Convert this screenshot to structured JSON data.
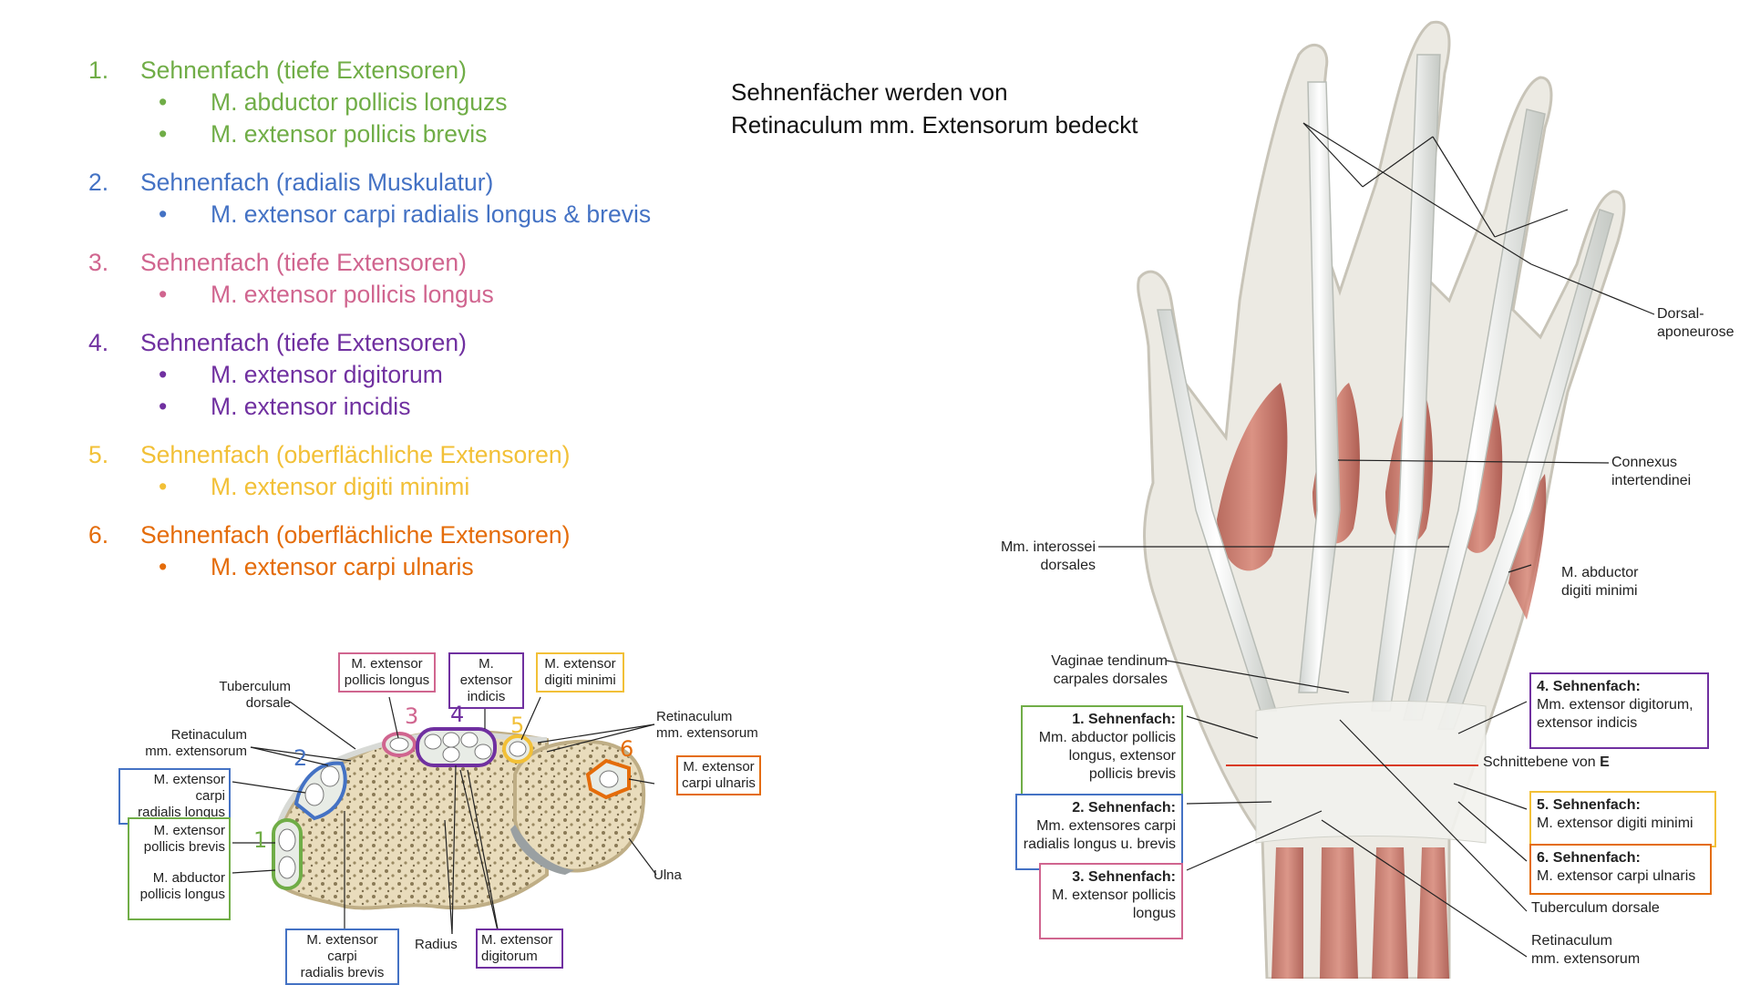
{
  "compartments": [
    {
      "num": "1.",
      "title": "Sehnenfach (tiefe Extensoren)",
      "color": "#70ad47",
      "items": [
        "M. abductor pollicis longuzs",
        "M. extensor pollicis brevis"
      ]
    },
    {
      "num": "2.",
      "title": "Sehnenfach (radialis Muskulatur)",
      "color": "#4472c4",
      "items": [
        "M. extensor carpi radialis longus & brevis"
      ]
    },
    {
      "num": "3.",
      "title": "Sehnenfach (tiefe Extensoren)",
      "color": "#d0658f",
      "items": [
        "M. extensor pollicis longus"
      ]
    },
    {
      "num": "4.",
      "title": "Sehnenfach (tiefe Extensoren)",
      "color": "#7030a0",
      "items": [
        "M. extensor digitorum",
        "M. extensor incidis"
      ]
    },
    {
      "num": "5.",
      "title": "Sehnenfach (oberflächliche Extensoren)",
      "color": "#f2c037",
      "items": [
        "M. extensor digiti minimi"
      ]
    },
    {
      "num": "6.",
      "title": "Sehnenfach (oberflächliche Extensoren)",
      "color": "#e46c0a",
      "items": [
        "M. extensor carpi ulnaris"
      ]
    }
  ],
  "bullet": "•",
  "note": {
    "line1": "Sehnenfächer werden von",
    "line2": "Retinaculum mm. Extensorum bedeckt"
  },
  "cross_section": {
    "labels": {
      "tuberculum": [
        "Tuberculum",
        "dorsale"
      ],
      "retinaculum_left": [
        "Retinaculum",
        "mm. extensorum"
      ],
      "retinaculum_right": [
        "Retinaculum",
        "mm. extensorum"
      ],
      "radius": "Radius",
      "ulna": "Ulna"
    },
    "boxes": {
      "epl": [
        "M. extensor",
        "pollicis longus"
      ],
      "ei": [
        "M. extensor",
        "indicis"
      ],
      "edm": [
        "M. extensor",
        "digiti minimi"
      ],
      "ecu": [
        "M. extensor",
        "carpi ulnaris"
      ],
      "ecrl": [
        "M. extensor carpi",
        "radialis longus"
      ],
      "epb": [
        "M. extensor",
        "pollicis brevis"
      ],
      "apl": [
        "M. abductor",
        "pollicis longus"
      ],
      "ecrb": [
        "M. extensor carpi",
        "radialis brevis"
      ],
      "ed": [
        "M. extensor",
        "digitorum"
      ]
    },
    "numbers": [
      "1",
      "2",
      "3",
      "4",
      "5",
      "6"
    ]
  },
  "hand": {
    "labels": {
      "dorsal": [
        "Dorsal-",
        "aponeurose"
      ],
      "connexus": [
        "Connexus",
        "intertendinei"
      ],
      "interossei": [
        "Mm. interossei",
        "dorsales"
      ],
      "abductor": [
        "M. abductor",
        "digiti minimi"
      ],
      "vaginae": [
        "Vaginae tendinum",
        "carpales dorsales"
      ],
      "schnitt": "Schnittebene von",
      "schnitt_bold": "E",
      "tuberculum": "Tuberculum dorsale",
      "retinaculum": [
        "Retinaculum",
        "mm. extensorum"
      ]
    },
    "boxes": {
      "s1": {
        "title": "1. Sehnenfach:",
        "lines": [
          "Mm. abductor pollicis",
          "longus, extensor",
          "pollicis brevis"
        ]
      },
      "s2": {
        "title": "2. Sehnenfach:",
        "lines": [
          "Mm. extensores carpi",
          "radialis longus u. brevis"
        ]
      },
      "s3": {
        "title": "3. Sehnenfach:",
        "lines": [
          "M. extensor pollicis",
          "longus"
        ]
      },
      "s4": {
        "title": "4. Sehnenfach:",
        "lines": [
          "Mm. extensor digitorum,",
          "extensor indicis"
        ]
      },
      "s5": {
        "title": "5. Sehnenfach:",
        "lines": [
          "M. extensor digiti minimi"
        ]
      },
      "s6": {
        "title": "6. Sehnenfach:",
        "lines": [
          "M. extensor carpi ulnaris"
        ]
      }
    }
  }
}
